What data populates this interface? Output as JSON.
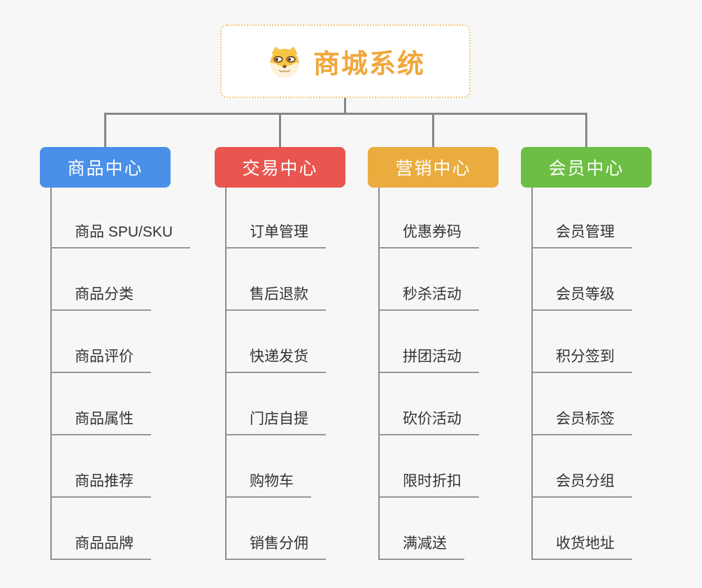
{
  "canvas": {
    "background": "#f7f7f7",
    "connector_color": "#878787"
  },
  "root": {
    "title": "商城系统",
    "icon": "shiba-dog-icon",
    "text_color": "#f0a73c",
    "border_color": "#f3c674"
  },
  "branches": [
    {
      "label": "商品中心",
      "color": "#4a90e9",
      "children": [
        "商品 SPU/SKU",
        "商品分类",
        "商品评价",
        "商品属性",
        "商品推荐",
        "商品品牌"
      ]
    },
    {
      "label": "交易中心",
      "color": "#e9564f",
      "children": [
        "订单管理",
        "售后退款",
        "快递发货",
        "门店自提",
        "购物车",
        "销售分佣"
      ]
    },
    {
      "label": "营销中心",
      "color": "#ebac3e",
      "children": [
        "优惠券码",
        "秒杀活动",
        "拼团活动",
        "砍价活动",
        "限时折扣",
        "满减送"
      ]
    },
    {
      "label": "会员中心",
      "color": "#6dbe44",
      "children": [
        "会员管理",
        "会员等级",
        "积分签到",
        "会员标签",
        "会员分组",
        "收货地址"
      ]
    }
  ]
}
